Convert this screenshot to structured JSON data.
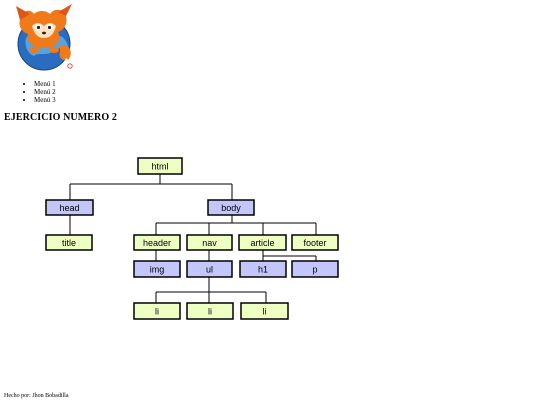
{
  "menu": {
    "items": [
      "Menú 1",
      "Menú 2",
      "Menú 3"
    ]
  },
  "heading": "EJERCICIO NUMERO 2",
  "tree": {
    "nodes": {
      "html": "html",
      "head": "head",
      "body": "body",
      "title": "title",
      "header": "header",
      "nav": "nav",
      "article": "article",
      "footer": "footer",
      "img": "img",
      "ul": "ul",
      "h1": "h1",
      "p": "p",
      "li1": "li",
      "li2": "li",
      "li3": "li"
    },
    "colors": {
      "green_box": "#eeffc4",
      "blue_box": "#c2c6fb",
      "border": "#000000"
    }
  },
  "footer": {
    "text": "Hecho por: Jhon Bobadilla"
  },
  "icons": {
    "logo": "firefox-fox-logo"
  }
}
